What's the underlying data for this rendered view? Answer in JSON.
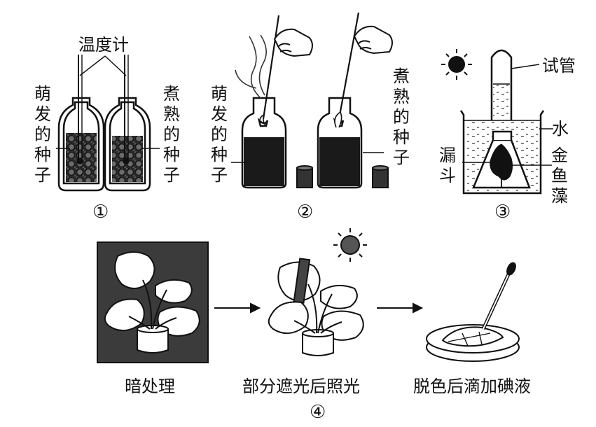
{
  "panel1": {
    "thermometer_label": "温度计",
    "left_label": "萌发的种子",
    "right_label": "煮熟的种子",
    "number": "①"
  },
  "panel2": {
    "left_label": "萌发的种子",
    "right_label": "煮熟的种子",
    "number": "②"
  },
  "panel3": {
    "test_tube_label": "试管",
    "water_label": "水",
    "funnel_label": "漏斗",
    "algae_label": "金鱼藻",
    "number": "③"
  },
  "panel4": {
    "step1_label": "暗处理",
    "step2_label": "部分遮光后照光",
    "step3_label": "脱色后滴加碘液",
    "number": "④"
  }
}
